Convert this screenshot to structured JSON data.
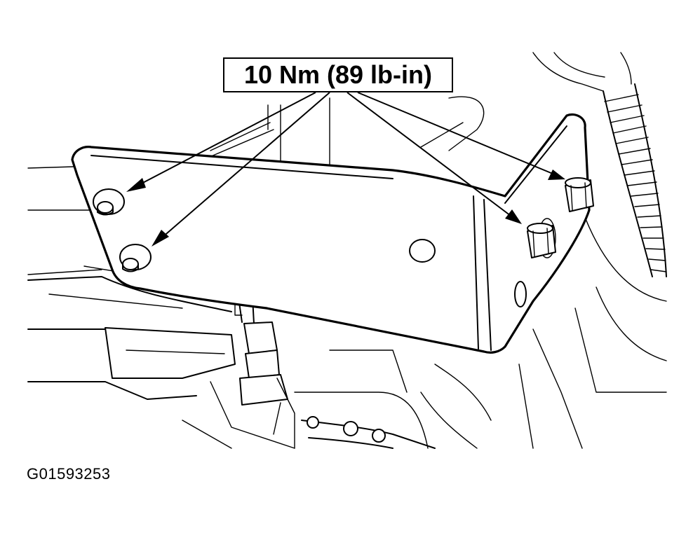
{
  "callout": {
    "torque_spec": "10 Nm (89 lb-in)"
  },
  "figure": {
    "id": "G01593253"
  },
  "fasteners": [
    {
      "name": "bolt-upper-left",
      "type": "bolt"
    },
    {
      "name": "bolt-lower-left",
      "type": "bolt"
    },
    {
      "name": "nut-center-right",
      "type": "nut"
    },
    {
      "name": "nut-far-right",
      "type": "nut"
    }
  ],
  "colors": {
    "ink": "#000000",
    "paper": "#ffffff"
  }
}
